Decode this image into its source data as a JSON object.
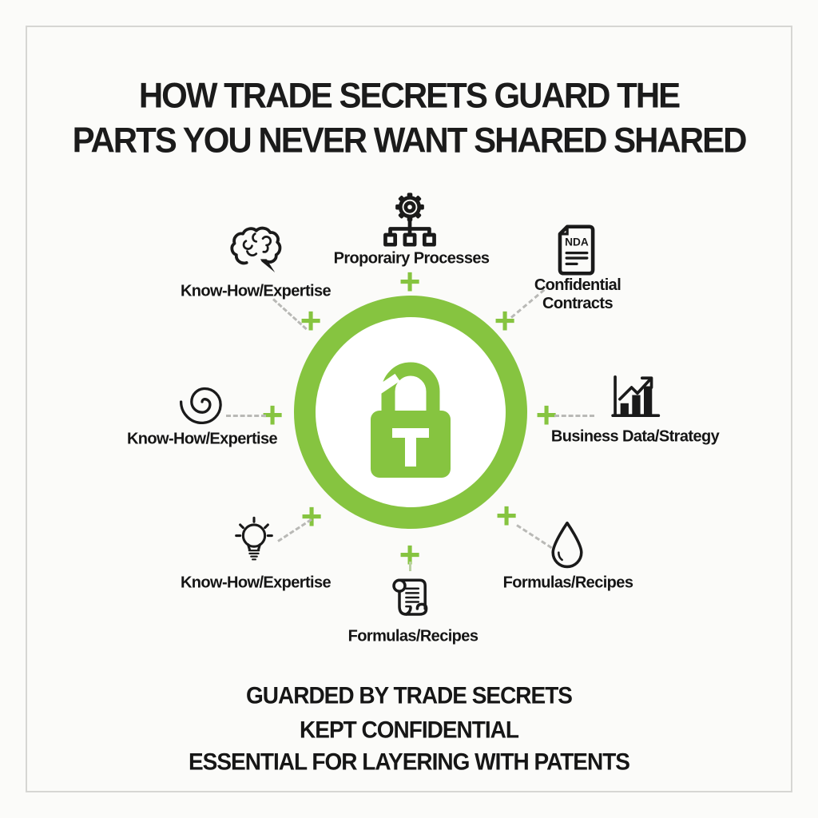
{
  "title": {
    "line1": "HOW TRADE SECRETS GUARD THE",
    "line2": "PARTS YOU NEVER WANT SHARED SHARED"
  },
  "center": {
    "lock_letter": "T"
  },
  "items": [
    {
      "icon": "brain-icon",
      "label": "Know-How/Expertise"
    },
    {
      "icon": "gear-hierarchy-icon",
      "label": "Proporairy Processes"
    },
    {
      "icon": "nda-document-icon",
      "label": "Confidential Contracts",
      "doc_text": "NDA"
    },
    {
      "icon": "spiral-icon",
      "label": "Know-How/Expertise"
    },
    {
      "icon": "bar-chart-icon",
      "label": "Business Data/Strategy"
    },
    {
      "icon": "lightbulb-icon",
      "label": "Know-How/Expertise"
    },
    {
      "icon": "scroll-icon",
      "label": "Formulas/Recipes"
    },
    {
      "icon": "droplet-icon",
      "label": "Formulas/Recipes"
    }
  ],
  "symbols": {
    "plus": "+"
  },
  "footer": {
    "lines": [
      "GUARDED BY TRADE SECRETS",
      "KEPT CONFIDENTIAL",
      "ESSENTIAL FOR LAYERING WITH PATENTS"
    ]
  },
  "colors": {
    "accent_green": "#86C440",
    "text_black": "#1b1b1b",
    "dash_gray": "#b9b9b6",
    "frame_gray": "#d6d6d3",
    "background": "#fbfbf9"
  }
}
